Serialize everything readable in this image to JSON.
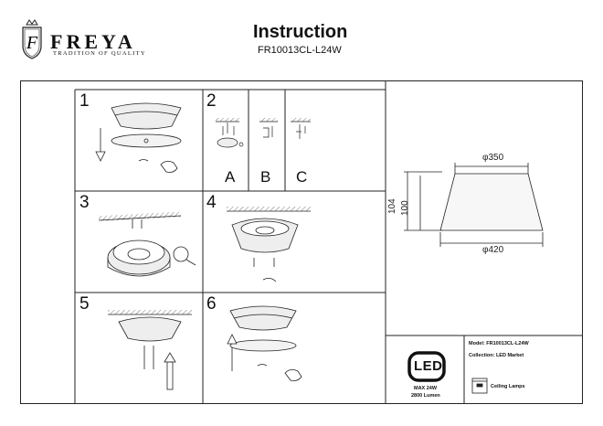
{
  "brand": {
    "name": "FREYA",
    "tagline": "TRADITION OF QUALITY",
    "logo_letter": "F"
  },
  "header": {
    "title": "Instruction",
    "model": "FR10013CL-L24W"
  },
  "steps": [
    {
      "number": "1"
    },
    {
      "number": "2"
    },
    {
      "number": "3"
    },
    {
      "number": "4"
    },
    {
      "number": "5"
    },
    {
      "number": "6"
    }
  ],
  "mount_options": [
    "A",
    "B",
    "C"
  ],
  "dimensions": {
    "top_diameter": "φ350",
    "bottom_diameter": "φ420",
    "height_total": "104",
    "height_shade": "100"
  },
  "led": {
    "badge": "LED",
    "power": "MAX 24W",
    "lumen": "2800 Lumen"
  },
  "info": {
    "model_line": "Model: FR10013CL-L24W",
    "collection_line": "Collection: LED Market",
    "category": "Ceiling Lamps"
  }
}
